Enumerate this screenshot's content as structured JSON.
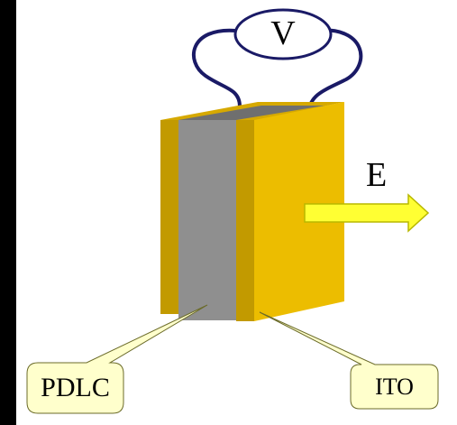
{
  "diagram": {
    "voltage_label": "V",
    "field_label": "E",
    "callouts": {
      "pdlc": "PDLC",
      "ito": "ITO"
    }
  }
}
